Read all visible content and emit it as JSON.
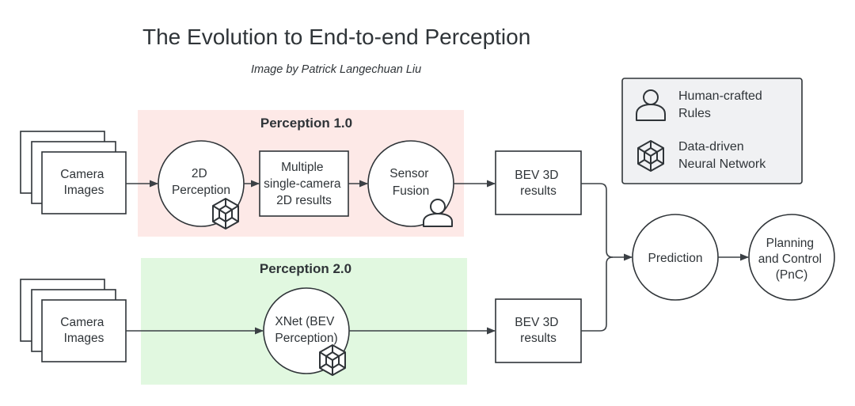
{
  "title": "The Evolution to End-to-end Perception",
  "subtitle": "Image by Patrick Langechuan Liu",
  "colors": {
    "band_v1": "#fde9e7",
    "band_v2": "#e1f8e0",
    "legend_fill": "#f0f1f3",
    "stroke": "#2f3438"
  },
  "bands": {
    "perception_v1": "Perception 1.0",
    "perception_v2": "Perception 2.0"
  },
  "legend": {
    "human_rules": [
      "Human-crafted",
      "Rules"
    ],
    "data_driven": [
      "Data-driven",
      "Neural Network"
    ],
    "human_icon": "person-icon",
    "nn_icon": "cube-icon"
  },
  "nodes": {
    "camera_top": [
      "Camera",
      "Images"
    ],
    "perception_2d": [
      "2D",
      "Perception"
    ],
    "multi_camera": [
      "Multiple",
      "single-camera",
      "2D results"
    ],
    "sensor_fusion": [
      "Sensor",
      "Fusion"
    ],
    "bev_top": [
      "BEV 3D",
      "results"
    ],
    "camera_bottom": [
      "Camera",
      "Images"
    ],
    "xnet": [
      "XNet (BEV",
      "Perception)"
    ],
    "bev_bottom": [
      "BEV 3D",
      "results"
    ],
    "prediction": [
      "Prediction"
    ],
    "pnc": [
      "Planning",
      "and Control",
      "(PnC)"
    ]
  }
}
